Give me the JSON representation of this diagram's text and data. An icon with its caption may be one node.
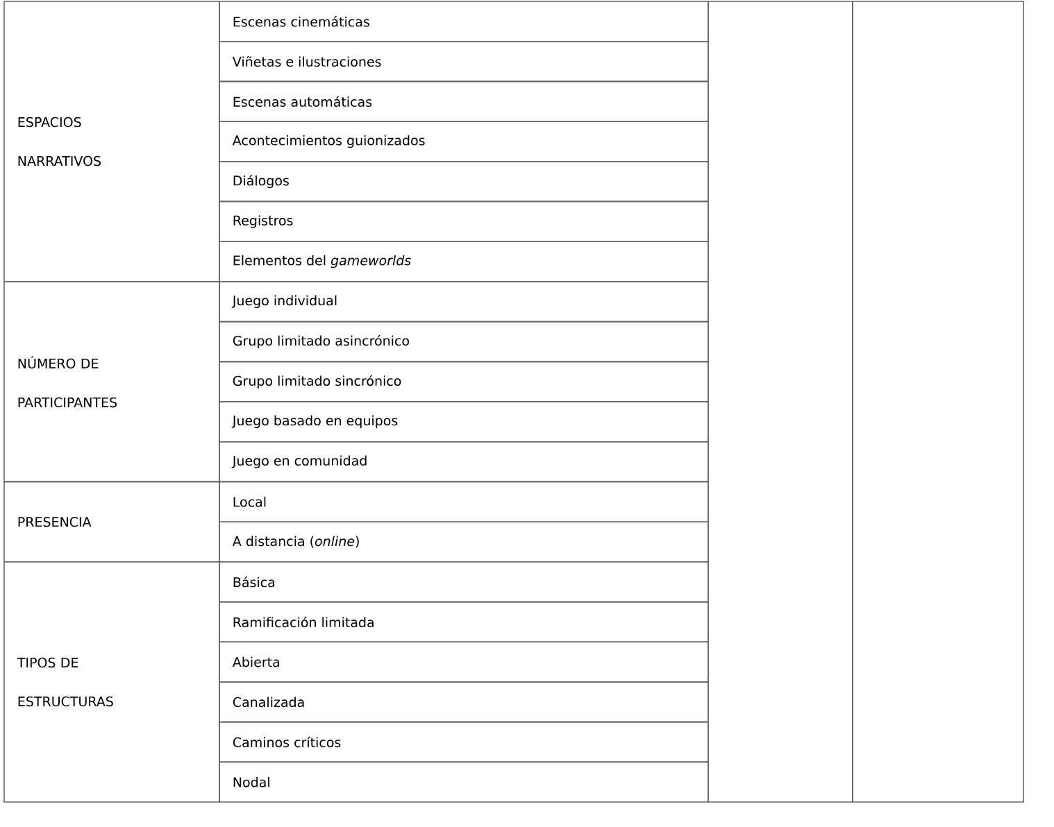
{
  "diagram": {
    "labels": [
      "ESPACIOS NARRATIVOS",
      "Escenas cinemáticas",
      "Viñetas e ilustraciones",
      "Escenas automáticas",
      "Acontecimientos guionizados",
      "Diálogos",
      "Registros",
      "Elementos del *gameworlds*",
      "NÚMERO DE PARTICIPANTES",
      "Juego individual",
      "Grupo limitado asincrónico",
      "Grupo limitado sincrónico",
      "Juego basado en equipos",
      "Juego en comunidad",
      "PRESENCIA",
      "Local",
      "A distancia (*online*)",
      "TIPOS DE ESTRUCTURAS",
      "Básica",
      "Ramificación limitada",
      "Abierta",
      "Canalizada",
      "Caminos críticos",
      "Nodal"
    ]
  }
}
